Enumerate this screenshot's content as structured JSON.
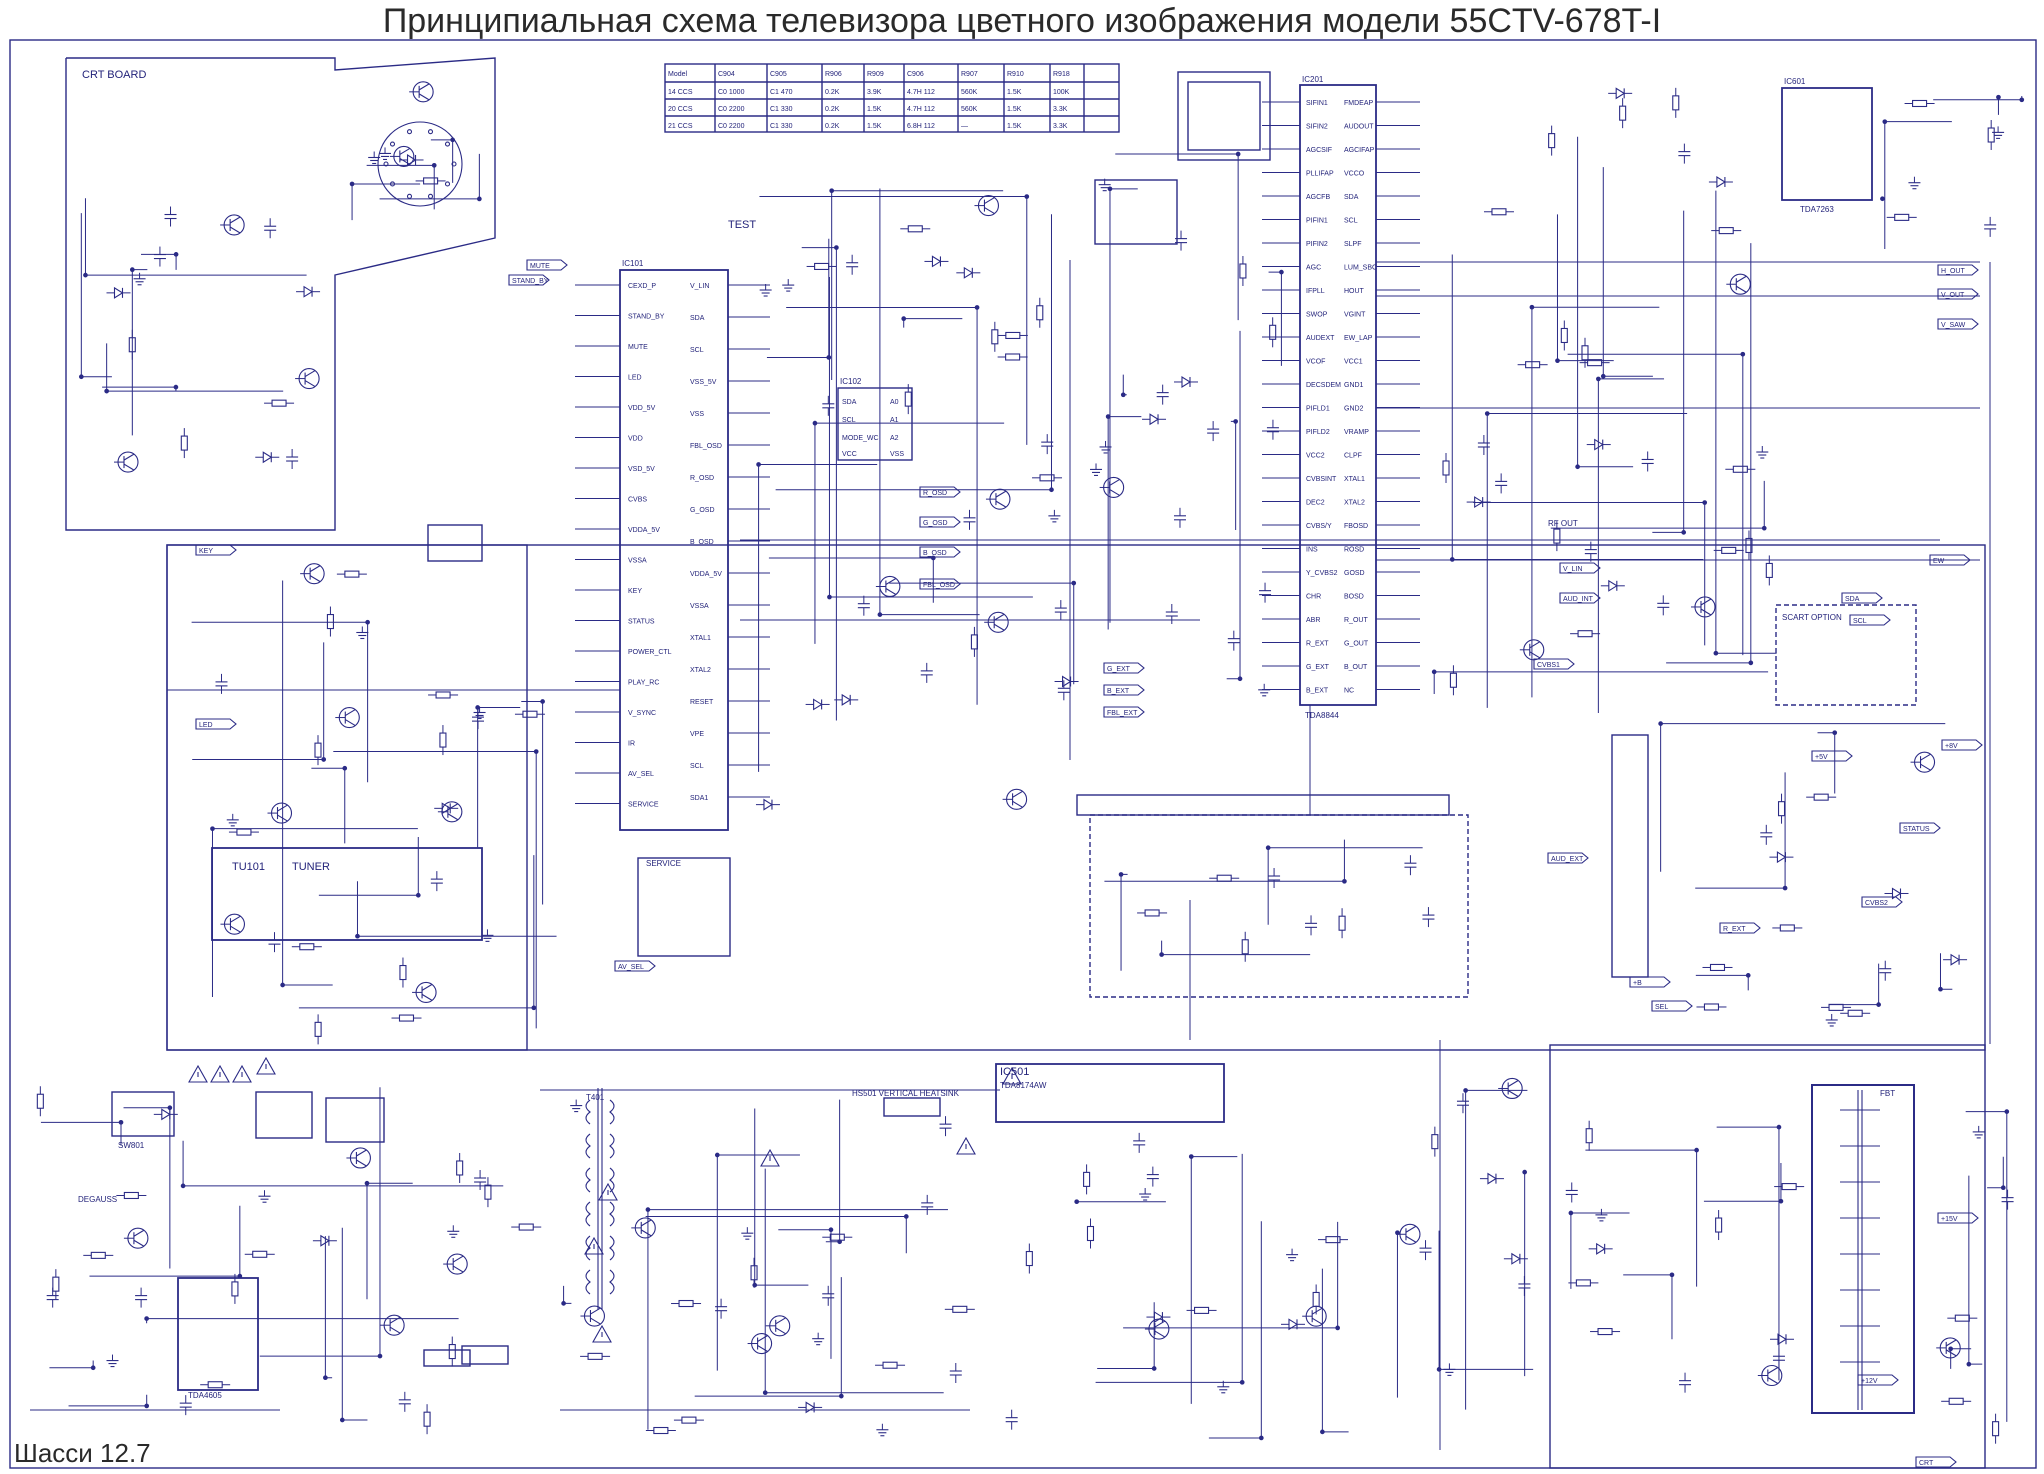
{
  "header": {
    "title": "Принципиальная схема телевизора цветного изображения модели 55CTV-678T-I",
    "chassis": "Шасси 12.7"
  },
  "blocks": {
    "crt_board": "CRT BOARD",
    "tuner_ref": "TU101",
    "tuner": "TUNER",
    "test": "TEST",
    "service": "SERVICE",
    "ic501": "IC501",
    "ic501_part": "TDA8174AW",
    "heatsink": "HS501 VERTICAL HEATSINK",
    "ic_main": "IC201",
    "ic_main_part": "TDA8844",
    "ic_audio": "IC601",
    "ic_audio_part": "TDA7263",
    "ic_power_part": "TDA4605",
    "ic_mcu": "IC101",
    "ic_eeprom": "IC102",
    "ic_eeprom_pins": [
      "SDA",
      "SCL",
      "MODE_WC",
      "VCC",
      "A0",
      "A1",
      "A2",
      "VSS"
    ],
    "scart_opt": "SCART OPTION",
    "fbtr": "FBT",
    "sw_power": "SW801",
    "degauss": "DEGAUSS",
    "rf_out": "RF OUT",
    "t401": "T401"
  },
  "mcu_pins": {
    "left": [
      "CEXD_P",
      "STAND_BY",
      "MUTE",
      "LED",
      "VDD_5V",
      "VDD",
      "VSD_5V",
      "CVBS",
      "VDDA_5V",
      "VSSA",
      "KEY",
      "STATUS",
      "POWER_CTL",
      "PLAY_RC",
      "V_SYNC",
      "IR",
      "AV_SEL",
      "SERVICE"
    ],
    "right": [
      "V_LIN",
      "SDA",
      "SCL",
      "VSS_5V",
      "VSS",
      "FBL_OSD",
      "R_OSD",
      "G_OSD",
      "B_OSD",
      "VDDA_5V",
      "VSSA",
      "XTAL1",
      "XTAL2",
      "RESET",
      "VPE",
      "SCL",
      "SDA1"
    ]
  },
  "main_ic_pins": {
    "left": [
      "SIFIN1",
      "SIFIN2",
      "AGCSIF",
      "PLLIFAP",
      "AGCFB",
      "PIFIN1",
      "PIFIN2",
      "AGC",
      "IFPLL",
      "SWOP",
      "AUDEXT",
      "VCOF",
      "DECSDEM",
      "PIFLD1",
      "PIFLD2",
      "VCC2",
      "CVBSINT",
      "DEC2",
      "CVBS/Y",
      "INS",
      "Y_CVBS2",
      "CHR",
      "ABR",
      "R_EXT",
      "G_EXT",
      "B_EXT"
    ],
    "right": [
      "FMDEAP",
      "AUDOUT",
      "AGCIFAP",
      "VCCO",
      "SDA",
      "SCL",
      "SLPF",
      "LUM_SBC",
      "HOUT",
      "VGINT",
      "EW_LAP",
      "VCC1",
      "GND1",
      "GND2",
      "VRAMP",
      "CLPF",
      "XTAL1",
      "XTAL2",
      "FBOSD",
      "ROSD",
      "GOSD",
      "BOSD",
      "R_OUT",
      "G_OUT",
      "B_OUT",
      "NC"
    ]
  },
  "net_labels": [
    "R_OSD",
    "G_OSD",
    "B_OSD",
    "FBL_OSD",
    "SDA",
    "SCL",
    "V_LIN",
    "AUD_INT",
    "AUD_EXT",
    "CVBS1",
    "CVBS2",
    "STATUS",
    "R_EXT",
    "G_EXT",
    "B_EXT",
    "FBL_EXT",
    "KEY",
    "LED",
    "H_OUT",
    "V_OUT",
    "V_SAW",
    "EW",
    "AV_SEL",
    "MUTE",
    "STAND_BY",
    "+5V",
    "+8V",
    "+12V",
    "+15V",
    "+B",
    "SEL",
    "CRT"
  ],
  "table": {
    "headers": [
      "Model",
      "C904",
      "C905",
      "R906",
      "R909",
      "C906",
      "R907",
      "R910",
      "R918"
    ],
    "rows": [
      [
        "14 CCS",
        "C0 1000",
        "C1 470",
        "0.2K",
        "3.9K",
        "4.7H 112",
        "560K",
        "1.5K",
        "100K"
      ],
      [
        "20 CCS",
        "C0 2200",
        "C1 330",
        "0.2K",
        "1.5K",
        "4.7H 112",
        "560K",
        "1.5K",
        "3.3K"
      ],
      [
        "21 CCS",
        "C0 2200",
        "C1 330",
        "0.2K",
        "1.5K",
        "6.8H 112",
        "—",
        "1.5K",
        "3.3K"
      ]
    ]
  }
}
